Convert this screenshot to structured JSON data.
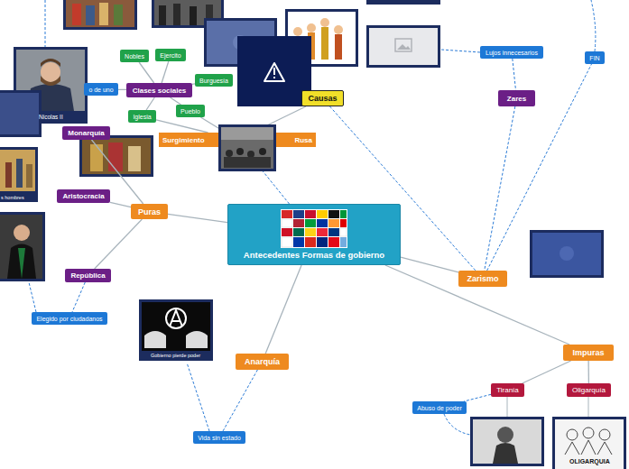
{
  "diagram": {
    "nodes": [
      {
        "text": [
          "Antecedentes Formas de gobierno"
        ]
      },
      {
        "text": [
          "Causas"
        ]
      },
      {
        "text": [
          "Lujos innecesarios"
        ]
      },
      {
        "text": [
          "FIN"
        ]
      },
      {
        "text": [
          "Zares"
        ]
      },
      {
        "text": [
          "Clases sociales"
        ]
      },
      {
        "text": [
          "Nobles"
        ]
      },
      {
        "text": [
          "Ejercito"
        ]
      },
      {
        "text": [
          "Burguesía"
        ]
      },
      {
        "text": [
          "o de uno"
        ]
      },
      {
        "text": [
          "Iglesia"
        ]
      },
      {
        "text": [
          "Pueblo"
        ]
      },
      {
        "text": [
          "Monarquía"
        ]
      },
      {
        "text": [
          "Surgimiento",
          "Rusa"
        ]
      },
      {
        "text": [
          "Aristocracia"
        ]
      },
      {
        "text": [
          "Puras"
        ]
      },
      {
        "text": [
          "Zarismo"
        ]
      },
      {
        "text": [
          "República"
        ]
      },
      {
        "text": [
          "Elegido por ciudadanos"
        ]
      },
      {
        "text": [
          "Impuras"
        ]
      },
      {
        "text": [
          "Anarquía"
        ]
      },
      {
        "text": [
          "Tiranía"
        ]
      },
      {
        "text": [
          "Oligarquía"
        ]
      },
      {
        "text": [
          "Abuso de poder"
        ]
      },
      {
        "text": [
          "Vida sin estado"
        ]
      }
    ],
    "edges": [
      {
        "from": 0,
        "to": 15,
        "arrow": "none"
      },
      {
        "from": 0,
        "to": 20,
        "arrow": "none"
      },
      {
        "from": 0,
        "to": 16,
        "arrow": "none"
      },
      {
        "from": 0,
        "to": 19,
        "arrow": "none"
      },
      {
        "from": 0,
        "to": 13,
        "arrow": "none"
      },
      {
        "from": 15,
        "to": 12,
        "arrow": "none"
      },
      {
        "from": 15,
        "to": 14,
        "arrow": "none"
      },
      {
        "from": 15,
        "to": 17,
        "arrow": "none"
      },
      {
        "from": 17,
        "to": 18,
        "arrow": "none"
      },
      {
        "from": 20,
        "to": 24,
        "arrow": "none"
      },
      {
        "from": 19,
        "to": 21,
        "arrow": "none"
      },
      {
        "from": 19,
        "to": 22,
        "arrow": "none"
      },
      {
        "from": 21,
        "to": 23,
        "arrow": "none"
      },
      {
        "from": 13,
        "to": 10,
        "arrow": "none"
      },
      {
        "from": 13,
        "to": 11,
        "arrow": "none"
      },
      {
        "from": 5,
        "to": 6,
        "arrow": "none"
      },
      {
        "from": 5,
        "to": 7,
        "arrow": "none"
      },
      {
        "from": 5,
        "to": 8,
        "arrow": "none"
      },
      {
        "from": 5,
        "to": 9,
        "arrow": "none"
      },
      {
        "from": 5,
        "to": 10,
        "arrow": "none"
      },
      {
        "from": 5,
        "to": 11,
        "arrow": "none"
      },
      {
        "from": 13,
        "to": 1,
        "arrow": "none"
      },
      {
        "from": 1,
        "to": 16,
        "arrow": "none"
      },
      {
        "from": 4,
        "to": 16,
        "arrow": "none"
      },
      {
        "from": 2,
        "to": 4,
        "arrow": "none"
      },
      {
        "from": 16,
        "to": 3,
        "arrow": "none"
      }
    ],
    "labels": [
      "Nicolas II",
      "s hombres",
      "Gobierno pierde poder",
      "OLIGARQUIA"
    ]
  }
}
